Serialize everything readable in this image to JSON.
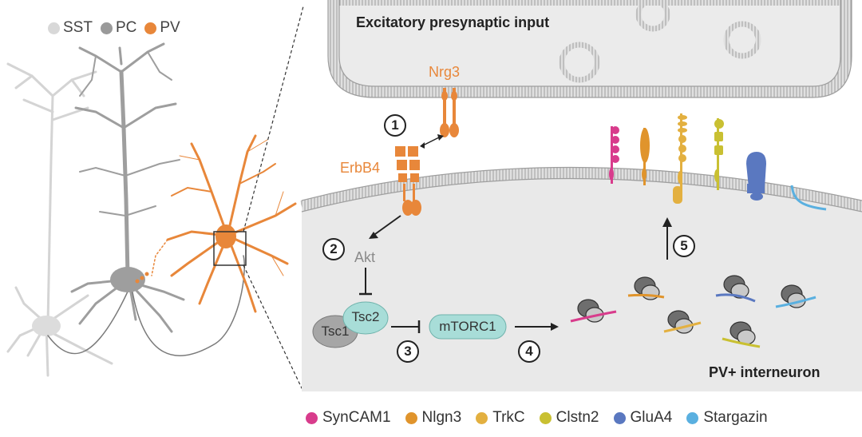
{
  "legend_top": [
    {
      "label": "SST",
      "color": "#d8d8d8"
    },
    {
      "label": "PC",
      "color": "#9a9a9a"
    },
    {
      "label": "PV",
      "color": "#e8873a"
    }
  ],
  "labels": {
    "presynaptic": "Excitatory presynaptic input",
    "nrg3": "Nrg3",
    "erbb4": "ErbB4",
    "akt": "Akt",
    "tsc1": "Tsc1",
    "tsc2": "Tsc2",
    "mtorc1": "mTORC1",
    "pv_interneuron": "PV+ interneuron"
  },
  "steps": [
    "1",
    "2",
    "3",
    "4",
    "5"
  ],
  "legend_bottom": [
    {
      "label": "SynCAM1",
      "color": "#d83c8c"
    },
    {
      "label": "Nlgn3",
      "color": "#e0942c"
    },
    {
      "label": "TrkC",
      "color": "#e3b040"
    },
    {
      "label": "Clstn2",
      "color": "#c9c032"
    },
    {
      "label": "GluA4",
      "color": "#5a78c0"
    },
    {
      "label": "Stargazin",
      "color": "#5ab0e0"
    }
  ]
}
